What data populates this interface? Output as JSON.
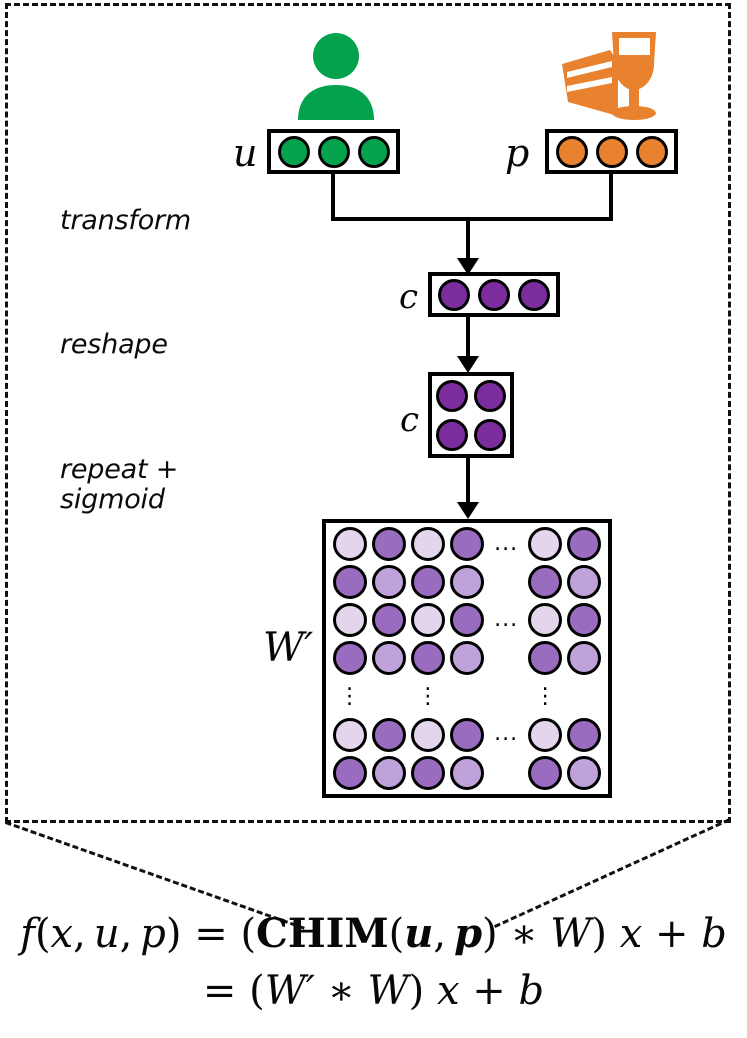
{
  "diagram": {
    "title": "CHIM contextualized weight matrix construction",
    "frame": {
      "style": "dashed"
    },
    "icons": [
      {
        "name": "user-icon",
        "color": "#04a24c",
        "meaning": "user"
      },
      {
        "name": "food-drink-icon",
        "color": "#e8822f",
        "meaning": "product (cake and wine glass)"
      }
    ],
    "inputs": [
      {
        "symbol": "u",
        "label": "u",
        "dots": 3,
        "color": "#04a24c",
        "meaning": "user embedding"
      },
      {
        "symbol": "p",
        "label": "p",
        "dots": 3,
        "color": "#e8822f",
        "meaning": "product embedding"
      }
    ],
    "steps": [
      {
        "id": "transform",
        "label": "transform"
      },
      {
        "id": "reshape",
        "label": "reshape"
      },
      {
        "id": "repeat-sigmoid",
        "label": "repeat +\nsigmoid"
      }
    ],
    "intermediates": [
      {
        "symbol": "c",
        "label": "c",
        "shape": "vector",
        "dots": 3,
        "color": "#7b2d9e"
      },
      {
        "symbol": "c",
        "label": "c",
        "shape": "matrix-2x2",
        "dots": 4,
        "color": "#7b2d9e"
      }
    ],
    "output": {
      "symbol": "W'",
      "label": "W′",
      "shape": "matrix",
      "rows": 6,
      "cols": 6,
      "row_ellipsis": "⋮",
      "col_ellipsis": "...",
      "colors": {
        "light": "#e2d5ec",
        "mid": "#9a6cc0",
        "pale": "#bfa2da"
      },
      "cells": [
        [
          "light",
          "mid",
          "light",
          "mid",
          "mid-gap",
          "light",
          "mid"
        ],
        [
          "mid",
          "pale",
          "mid",
          "pale",
          "gap",
          "mid",
          "pale"
        ],
        [
          "light",
          "mid",
          "light",
          "mid",
          "mid-gap",
          "light",
          "mid"
        ],
        [
          "mid",
          "pale",
          "mid",
          "pale",
          "gap",
          "mid",
          "pale"
        ],
        [
          "vdots",
          "gap",
          "vdots",
          "gap",
          "gap",
          "vdots",
          "gap"
        ],
        [
          "light",
          "mid",
          "light",
          "mid",
          "mid-gap",
          "light",
          "mid"
        ],
        [
          "mid",
          "pale",
          "mid",
          "pale",
          "gap",
          "mid",
          "pale"
        ]
      ]
    },
    "formula": {
      "line1": {
        "parts": [
          {
            "text": "f",
            "style": "italic"
          },
          {
            "text": "(",
            "style": "normal"
          },
          {
            "text": "x",
            "style": "italic"
          },
          {
            "text": ", ",
            "style": "normal"
          },
          {
            "text": "u",
            "style": "italic"
          },
          {
            "text": ", ",
            "style": "normal"
          },
          {
            "text": "p",
            "style": "italic"
          },
          {
            "text": ") = (",
            "style": "normal"
          },
          {
            "text": "CHIM",
            "style": "bold"
          },
          {
            "text": "(",
            "style": "normal"
          },
          {
            "text": "u",
            "style": "bold-italic"
          },
          {
            "text": ", ",
            "style": "normal"
          },
          {
            "text": "p",
            "style": "bold-italic"
          },
          {
            "text": ") ∗ ",
            "style": "normal"
          },
          {
            "text": "W",
            "style": "italic"
          },
          {
            "text": ") ",
            "style": "normal"
          },
          {
            "text": "x",
            "style": "italic"
          },
          {
            "text": " + ",
            "style": "normal"
          },
          {
            "text": "b",
            "style": "italic"
          }
        ],
        "plain": "f(x, u, p) = (CHIM(u, p) ∗ W) x + b"
      },
      "line2": {
        "plain": "= (W′ ∗ W) x + b"
      }
    }
  }
}
